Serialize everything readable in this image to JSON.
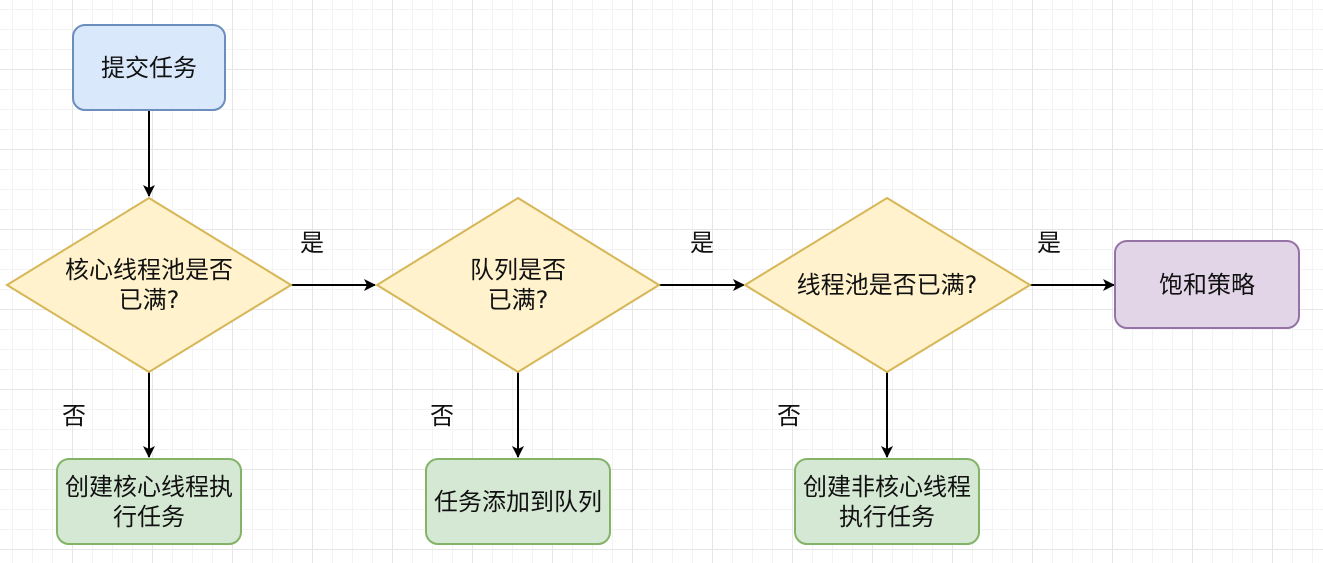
{
  "nodes": {
    "submit": {
      "text": "提交任务"
    },
    "core_full": {
      "text": "核心线程池是否已满?"
    },
    "queue_full": {
      "text": "队列是否已满?"
    },
    "pool_full": {
      "text": "线程池是否已满?"
    },
    "saturation": {
      "text": "饱和策略"
    },
    "create_core": {
      "text": "创建核心线程执行任务"
    },
    "add_queue": {
      "text": "任务添加到队列"
    },
    "create_noncore": {
      "text": "创建非核心线程执行任务"
    }
  },
  "edges": {
    "yes1": "是",
    "yes2": "是",
    "yes3": "是",
    "no1": "否",
    "no2": "否",
    "no3": "否"
  },
  "colors": {
    "blue_fill": "#dae8fc",
    "blue_stroke": "#6c8ebf",
    "yellow_fill": "#fff2cc",
    "yellow_stroke": "#d6b656",
    "green_fill": "#d5e8d4",
    "green_stroke": "#82b366",
    "purple_fill": "#e1d5e7",
    "purple_stroke": "#9673a6",
    "edge": "#000000"
  }
}
